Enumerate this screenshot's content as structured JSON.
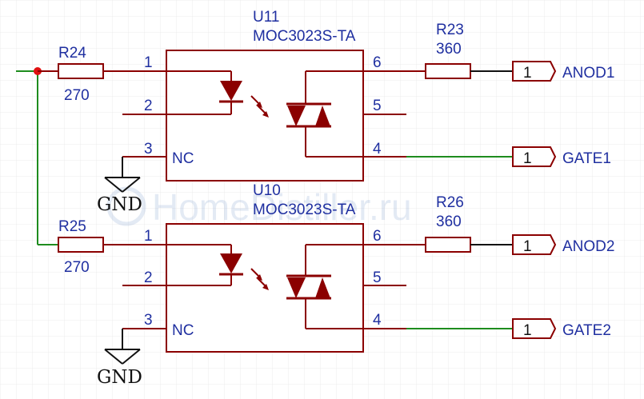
{
  "colors": {
    "wire_dark": "#8b0000",
    "wire_green": "#1e8c1e",
    "text_blue": "#1f2fa0",
    "text_black": "#111111",
    "grid": "#ececec",
    "junction": "#e01010"
  },
  "watermark": "HomeDistiller.ru",
  "gnd_label": "GND",
  "pin_nc": "NC",
  "optos": [
    {
      "ref": "U11",
      "part": "MOC3023S-TA",
      "pins": [
        "1",
        "2",
        "3",
        "6",
        "5",
        "4"
      ],
      "r_in": {
        "ref": "R24",
        "value": "270"
      },
      "r_out": {
        "ref": "R23",
        "value": "360"
      },
      "connector_anode": {
        "pin": "1",
        "net": "ANOD1"
      },
      "connector_gate": {
        "pin": "1",
        "net": "GATE1"
      }
    },
    {
      "ref": "U10",
      "part": "MOC3023S-TA",
      "pins": [
        "1",
        "2",
        "3",
        "6",
        "5",
        "4"
      ],
      "r_in": {
        "ref": "R25",
        "value": "270"
      },
      "r_out": {
        "ref": "R26",
        "value": "360"
      },
      "connector_anode": {
        "pin": "1",
        "net": "ANOD2"
      },
      "connector_gate": {
        "pin": "1",
        "net": "GATE2"
      }
    }
  ]
}
